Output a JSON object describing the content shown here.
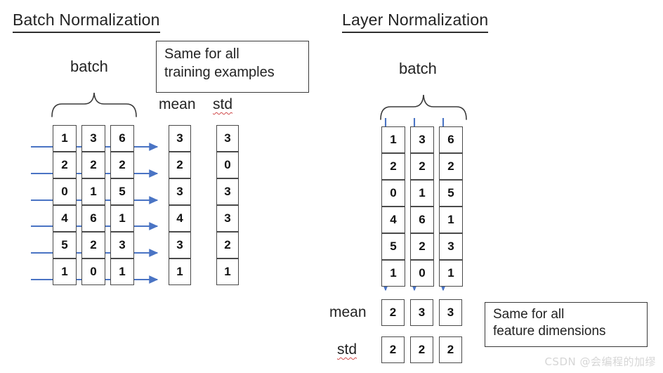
{
  "panels": {
    "batch_norm": {
      "title": "Batch Normalization",
      "batch_label": "batch",
      "callout": "Same for all\ntraining examples",
      "mean_label": "mean",
      "std_label": "std",
      "matrix": {
        "rows": 6,
        "cols": 3,
        "values": [
          [
            "1",
            "3",
            "6"
          ],
          [
            "2",
            "2",
            "2"
          ],
          [
            "0",
            "1",
            "5"
          ],
          [
            "4",
            "6",
            "1"
          ],
          [
            "5",
            "2",
            "3"
          ],
          [
            "1",
            "0",
            "1"
          ]
        ]
      },
      "mean_column": [
        "3",
        "2",
        "3",
        "4",
        "3",
        "1"
      ],
      "std_column": [
        "3",
        "0",
        "3",
        "3",
        "2",
        "1"
      ],
      "arrow_direction": "horizontal",
      "arrow_count": 6
    },
    "layer_norm": {
      "title": "Layer Normalization",
      "batch_label": "batch",
      "callout": "Same for all\nfeature dimensions",
      "mean_label": "mean",
      "std_label": "std",
      "matrix": {
        "rows": 6,
        "cols": 3,
        "values": [
          [
            "1",
            "3",
            "6"
          ],
          [
            "2",
            "2",
            "2"
          ],
          [
            "0",
            "1",
            "5"
          ],
          [
            "4",
            "6",
            "1"
          ],
          [
            "5",
            "2",
            "3"
          ],
          [
            "1",
            "0",
            "1"
          ]
        ]
      },
      "mean_row": [
        "2",
        "3",
        "3"
      ],
      "std_row": [
        "2",
        "2",
        "2"
      ],
      "arrow_direction": "vertical",
      "arrow_count": 3
    }
  },
  "watermark": "CSDN @会编程的加缪",
  "colors": {
    "arrow_blue": "#4a74c4",
    "box_border": "#4a4a4a",
    "text": "#232323",
    "spellcheck_red": "#d04a4a",
    "watermark": "#d6d6d6"
  }
}
